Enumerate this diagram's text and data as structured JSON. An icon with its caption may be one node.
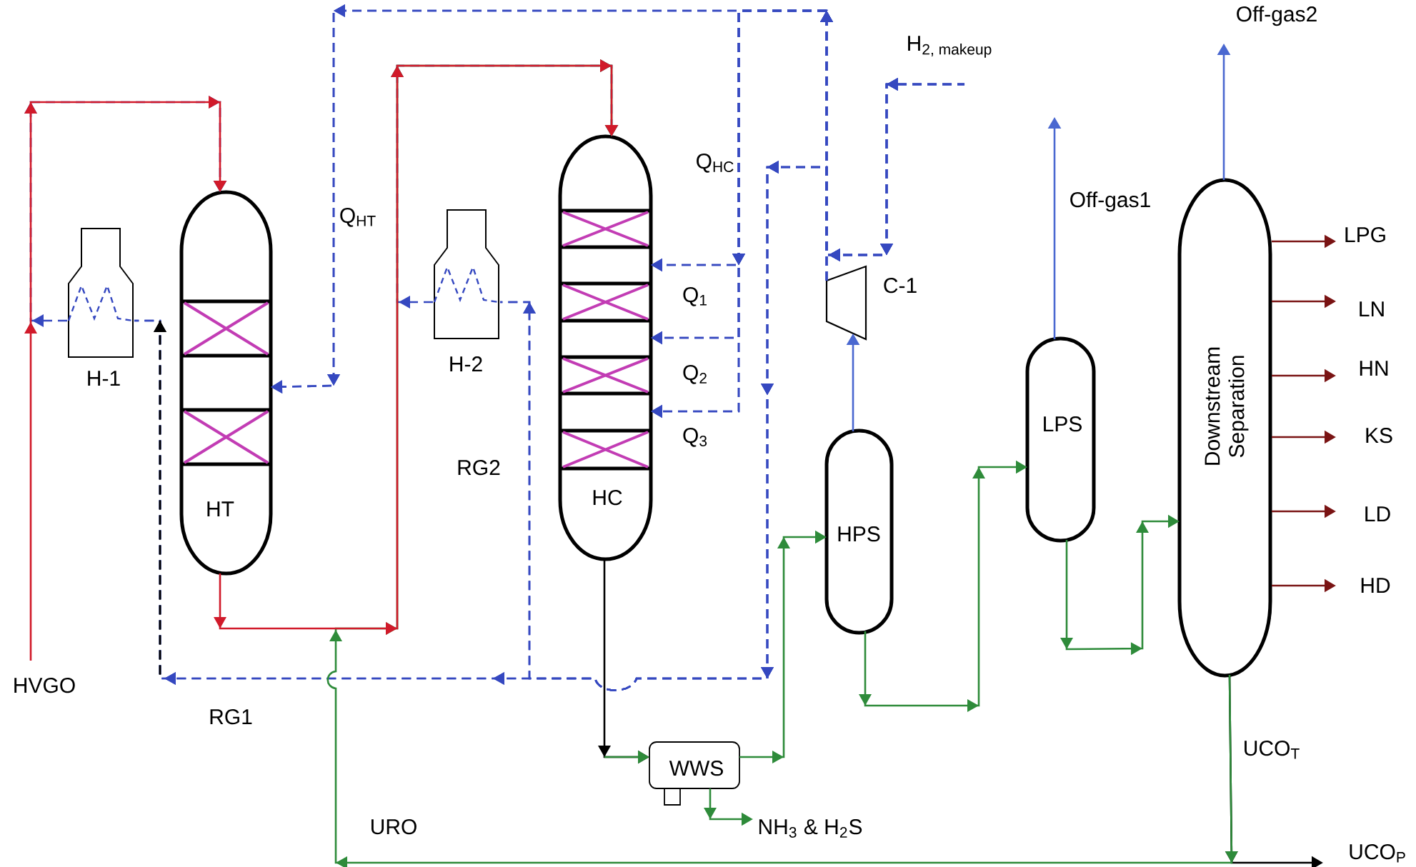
{
  "diagram": {
    "nodes": [
      {
        "text": [
          "H-1"
        ]
      },
      {
        "text": [
          "HT"
        ]
      },
      {
        "text": [
          "H-2"
        ]
      },
      {
        "text": [
          "HC"
        ]
      },
      {
        "text": [
          "H$_{2, makeup}$"
        ]
      },
      {
        "text": [
          "C-1"
        ]
      },
      {
        "text": [
          "Off-gas2"
        ]
      },
      {
        "text": [
          "HPS"
        ]
      },
      {
        "text": [
          "LPS"
        ]
      },
      {
        "text": [
          "Downstream Separation"
        ]
      },
      {
        "text": [
          "LPG"
        ]
      },
      {
        "text": [
          "LN"
        ]
      },
      {
        "text": [
          "HN"
        ]
      },
      {
        "text": [
          "KS"
        ]
      },
      {
        "text": [
          "LD"
        ]
      },
      {
        "text": [
          "HD"
        ]
      },
      {
        "text": [
          "HVGO"
        ]
      },
      {
        "text": [
          "WWS"
        ]
      },
      {
        "text": [
          "NH$_{3}$ & H$_{2}$S"
        ]
      },
      {
        "text": [
          "UCO$_{P}$"
        ]
      }
    ],
    "edges": [
      {
        "from": 16,
        "to": 1,
        "arrow": "to",
        "color": "#d11a2a"
      },
      {
        "from": 0,
        "to": 1,
        "arrow": "to",
        "style": "dashed"
      },
      {
        "from": 1,
        "to": 3,
        "arrow": "to",
        "color": "#d11a2a"
      },
      {
        "from": 2,
        "to": 3,
        "arrow": "to",
        "style": "dashed"
      },
      {
        "from": 9,
        "to": 3,
        "arrow": "to",
        "label": "URO",
        "color": "#2e8b3a"
      },
      {
        "from": 9,
        "to": 19,
        "arrow": "to",
        "color": "#000000"
      },
      {
        "from": 5,
        "to": 1,
        "arrow": "to",
        "label": "Q$_{HT}$",
        "style": "dashed"
      },
      {
        "from": 5,
        "to": 3,
        "arrow": "to",
        "label": "Q$_{1}$",
        "style": "dashed"
      },
      {
        "from": 5,
        "to": 3,
        "arrow": "to",
        "label": "Q$_{2}$",
        "style": "dashed"
      },
      {
        "from": 5,
        "to": 3,
        "arrow": "to",
        "label": "Q$_{3}$",
        "style": "dashed"
      },
      {
        "from": 5,
        "to": 2,
        "arrow": "to",
        "label": "RG2",
        "style": "dashed"
      },
      {
        "from": 5,
        "to": 0,
        "arrow": "to",
        "label": "RG1",
        "style": "dashed"
      },
      {
        "from": 4,
        "to": 1,
        "arrow": "to",
        "style": "dashed"
      },
      {
        "from": 4,
        "to": 3,
        "arrow": "to",
        "style": "dashed"
      },
      {
        "from": 4,
        "to": 3,
        "arrow": "to",
        "style": "dashed"
      },
      {
        "from": 4,
        "to": 3,
        "arrow": "to",
        "style": "dashed"
      },
      {
        "from": 4,
        "to": 2,
        "arrow": "to",
        "style": "dashed"
      },
      {
        "from": 4,
        "to": 0,
        "arrow": "to",
        "style": "dashed"
      },
      {
        "from": 3,
        "to": 17,
        "arrow": "to",
        "color": "#000000"
      },
      {
        "from": 17,
        "to": 7,
        "arrow": "to",
        "color": "#2e8b3a"
      },
      {
        "from": 17,
        "to": 18,
        "arrow": "to",
        "color": "#2e8b3a"
      },
      {
        "from": 7,
        "to": 5,
        "arrow": "to",
        "color": "#4a68d0"
      },
      {
        "from": 7,
        "to": 8,
        "arrow": "to",
        "color": "#2e8b3a"
      },
      {
        "from": 8,
        "to": null,
        "arrow": "to",
        "label": "Off-gas1",
        "color": "#4a68d0"
      },
      {
        "from": 8,
        "to": 9,
        "arrow": "to",
        "color": "#2e8b3a"
      },
      {
        "from": 9,
        "to": 6,
        "arrow": "to",
        "color": "#4a68d0"
      },
      {
        "from": 9,
        "to": 10,
        "arrow": "to",
        "color": "#7a1414"
      },
      {
        "from": 9,
        "to": 11,
        "arrow": "to",
        "color": "#7a1414"
      },
      {
        "from": 9,
        "to": 12,
        "arrow": "to",
        "color": "#7a1414"
      },
      {
        "from": 9,
        "to": 13,
        "arrow": "to",
        "color": "#7a1414"
      },
      {
        "from": 9,
        "to": 14,
        "arrow": "to",
        "color": "#7a1414"
      },
      {
        "from": 9,
        "to": 15,
        "arrow": "to",
        "color": "#7a1414"
      }
    ],
    "labels": [
      "Q$_{HC}$",
      "UCO$_{T}$"
    ]
  }
}
